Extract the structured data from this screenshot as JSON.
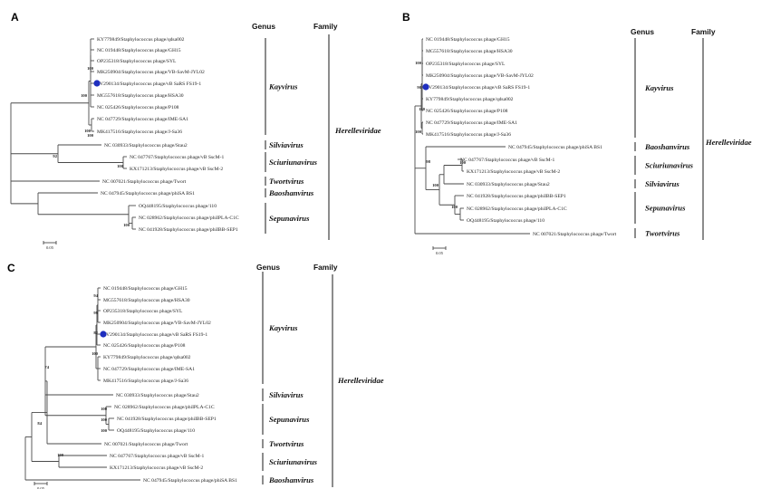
{
  "panels": {
    "A": {
      "label": "A",
      "header_genus": "Genus",
      "header_family": "Family",
      "leaves": [
        "KY779849/Staphylococcus phage/qdsa002",
        "NC 019448/Staphylococcus phage/GH15",
        "OP235318/Staphylococcus phage/SYL",
        "MK250904/Staphylococcus phage/VB-SavM-JYL02",
        "PV290134/Staphylococcus phage/vB SaRS FS19-1",
        "MG557618/Staphylococcus phage/HSA30",
        "NC 025426/Staphylococcus phage/P108",
        "NC 047729/Staphylococcus phage/IME-SA1",
        "MK417516/Staphylococcus phage/J-Sa36",
        "NC 030933/Staphylococcus phage/Stau2",
        "NC 047767/Staphylococcus phage/vB SscM-1",
        "KX171213/Staphylococcus phage/vB SscM-2",
        "NC 007021/Staphylococcus phage/Twort",
        "NC 047945/Staphylococcus phage/phiSA BS1",
        "OQ448195/Staphylococcus phage/110",
        "NC 028962/Staphylococcus phage/phiIPLA-C1C",
        "NC 041928/Staphylococcus phage/phiIBB-SEP1"
      ],
      "bootstraps": [
        "100",
        "100",
        "100",
        "100",
        "92",
        "100",
        "100"
      ],
      "genera": [
        "Kayvirus",
        "Silviavirus",
        "Sciuriunavirus",
        "Twortvirus",
        "Baoshanvirus",
        "Sepunavirus"
      ],
      "family": "Herelleviridae",
      "scale": "0.05"
    },
    "B": {
      "label": "B",
      "header_genus": "Genus",
      "header_family": "Family",
      "leaves": [
        "NC 019448/Staphylococcus phage/GH15",
        "MG557618/Staphylococcus phage/HSA30",
        "OP235318/Staphylococcus phage/SYL",
        "MK250904/Staphylococcus phage/VB-SavM-JYL02",
        "PV290134/Staphylococcus phage/vB SaRS FS19-1",
        "KY779849/Staphylococcus phage/qdsa002",
        "NC 025426/Staphylococcus phage/P108",
        "NC 047729/Staphylococcus phage/IME-SA1",
        "MK417516/Staphylococcus phage/J-Sa36",
        "NC 047945/Staphylococcus phage/phiSA BS1",
        "NC 047767/Staphylococcus phage/vB SscM-1",
        "KX171213/Staphylococcus phage/vB SscM-2",
        "NC 030933/Staphylococcus phage/Stau2",
        "NC 041928/Staphylococcus phage/phiIBB-SEP1",
        "NC 028962/Staphylococcus phage/phiIPLA-C1C",
        "OQ448195/Staphylococcus phage/110",
        "NC 007021/Staphylococcus phage/Twort"
      ],
      "bootstraps": [
        "100",
        "90",
        "100",
        "100",
        "98",
        "100",
        "100",
        "100"
      ],
      "genera": [
        "Kayvirus",
        "Baoshanvirus",
        "Sciuriunavirus",
        "Silviavirus",
        "Sepunavirus",
        "Twortvirus"
      ],
      "family": "Herelleviridae",
      "scale": "0.05"
    },
    "C": {
      "label": "C",
      "header_genus": "Genus",
      "header_family": "Family",
      "leaves": [
        "NC 019448/Staphylococcus phage/GH15",
        "MG557618/Staphylococcus phage/HSA30",
        "OP235318/Staphylococcus phage/SYL",
        "MK250904/Staphylococcus phage/VB-SavM-JYL02",
        "PV290134/Staphylococcus phage/vB SaRS FS19-1",
        "NC 025426/Staphylococcus phage/P108",
        "KY779849/Staphylococcus phage/qdsa002",
        "NC 047729/Staphylococcus phage/IME-SA1",
        "MK417516/Staphylococcus phage/J-Sa36",
        "NC 030933/Staphylococcus phage/Stau2",
        "NC 028962/Staphylococcus phage/phiIPLA-C1C",
        "NC 041928/Staphylococcus phage/phiIBB-SEP1",
        "OQ448195/Staphylococcus phage/110",
        "NC 007021/Staphylococcus phage/Twort",
        "NC 047767/Staphylococcus phage/vB SscM-1",
        "KX171213/Staphylococcus phage/vB SscM-2",
        "NC 047945/Staphylococcus phage/phiSA BS1"
      ],
      "bootstraps": [
        "94",
        "99",
        "82",
        "100",
        "74",
        "100",
        "100",
        "100",
        "84",
        "100"
      ],
      "genera": [
        "Kayvirus",
        "Silviavirus",
        "Sepunavirus",
        "Twortvirus",
        "Sciuriunavirus",
        "Baoshanvirus"
      ],
      "family": "Herelleviridae",
      "scale": "0.05"
    }
  },
  "colors": {
    "highlight": "#1f2fbf",
    "lines": "#4a4a4a"
  }
}
